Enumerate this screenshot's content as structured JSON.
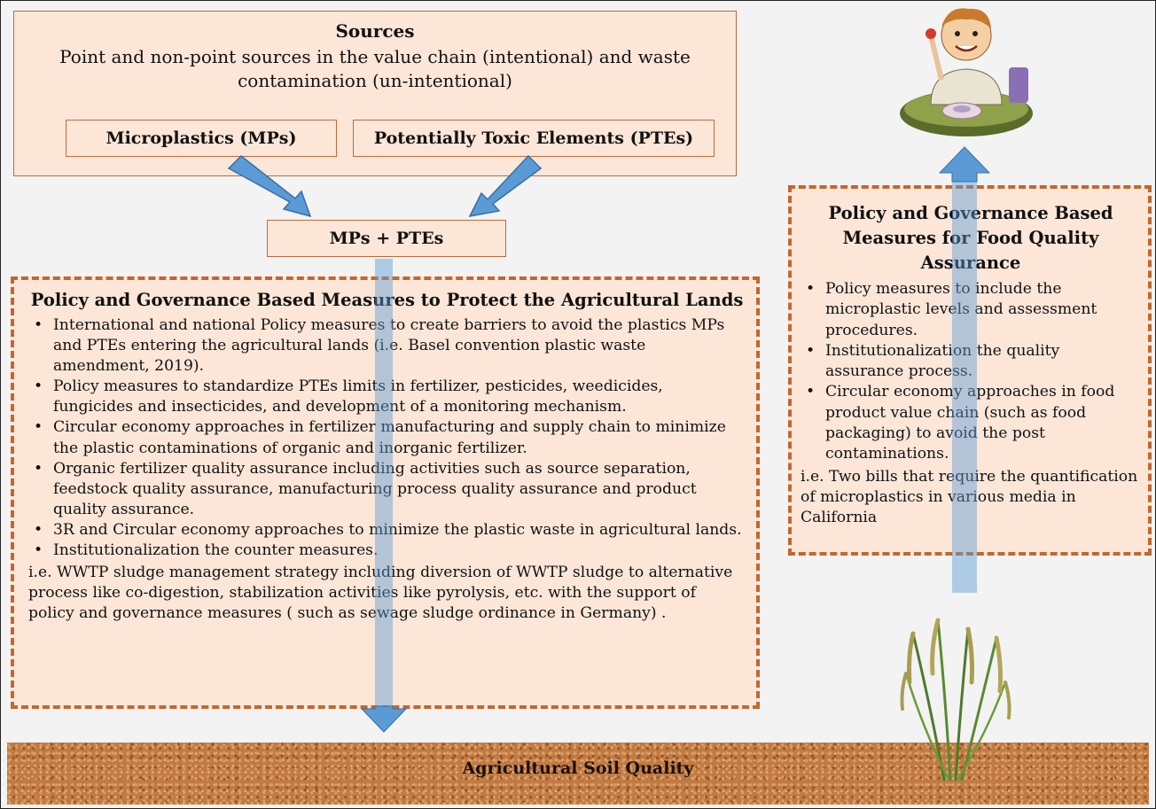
{
  "sources": {
    "title": "Sources",
    "description": "Point and non-point sources in the value chain (intentional) and waste contamination (un-intentional)",
    "mps": "Microplastics (MPs)",
    "ptes": "Potentially Toxic Elements (PTEs)"
  },
  "combined": "MPs + PTEs",
  "left_panel": {
    "title": "Policy and Governance Based Measures to Protect the Agricultural Lands",
    "items": [
      "International and national Policy measures to create barriers to avoid the plastics MPs and PTEs entering the agricultural lands (i.e. Basel convention plastic waste amendment, 2019).",
      "Policy measures to standardize PTEs limits in fertilizer, pesticides, weedicides, fungicides and insecticides, and development of a monitoring mechanism.",
      "Circular economy approaches in fertilizer manufacturing and supply chain to minimize the plastic contaminations of organic and inorganic fertilizer.",
      "Organic fertilizer quality assurance including activities such as source separation, feedstock quality assurance, manufacturing process quality assurance and product quality assurance.",
      "3R and Circular economy approaches to minimize the plastic waste in agricultural lands.",
      "Institutionalization the counter measures."
    ],
    "note": "i.e. WWTP sludge management strategy including diversion of WWTP sludge to alternative process like co-digestion, stabilization activities like pyrolysis, etc. with the support of policy and governance measures ( such as sewage sludge ordinance in Germany) ."
  },
  "right_panel": {
    "title": "Policy and Governance Based Measures for Food Quality Assurance",
    "items": [
      "Policy measures to include the microplastic levels and assessment procedures.",
      "Institutionalization the quality assurance process.",
      "Circular economy approaches in food product value chain (such as food packaging) to avoid the post contaminations."
    ],
    "note": "i.e. Two bills that require the quantification of microplastics in various media in California"
  },
  "soil": {
    "label": "Agricultural Soil Quality"
  },
  "colors": {
    "box_fill": "#fbe6d8",
    "box_border": "#c26a37",
    "arrow_blue": "#5b9bd5",
    "soil": "#c27a43"
  },
  "icons": [
    "person-eating-icon",
    "rice-plant-icon"
  ]
}
